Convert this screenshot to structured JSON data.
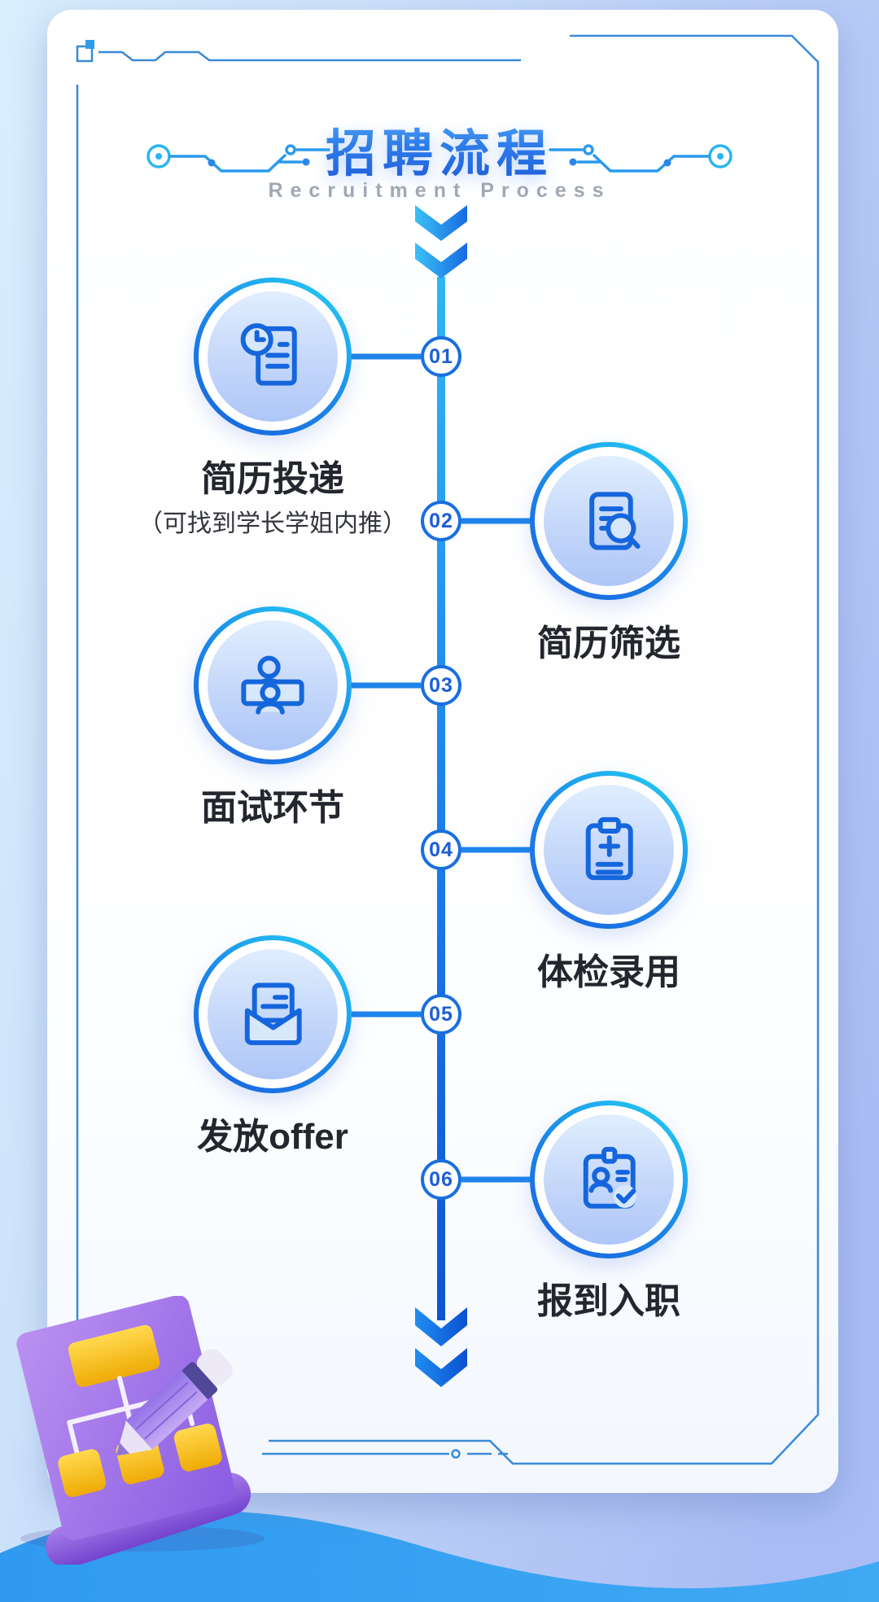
{
  "poster": {
    "title": "招聘流程",
    "subtitle": "Recruitment Process"
  },
  "steps": [
    {
      "number": "01",
      "label": "简历投递",
      "note": "（可找到学长学姐内推）",
      "side": "left",
      "icon": "resume-clock-icon"
    },
    {
      "number": "02",
      "label": "简历筛选",
      "note": "",
      "side": "right",
      "icon": "resume-search-icon"
    },
    {
      "number": "03",
      "label": "面试环节",
      "note": "",
      "side": "left",
      "icon": "interview-people-icon"
    },
    {
      "number": "04",
      "label": "体检录用",
      "note": "",
      "side": "right",
      "icon": "medical-clipboard-icon"
    },
    {
      "number": "05",
      "label": "发放offer",
      "note": "",
      "side": "left",
      "icon": "offer-envelope-icon"
    },
    {
      "number": "06",
      "label": "报到入职",
      "note": "",
      "side": "right",
      "icon": "badge-check-icon"
    }
  ],
  "colors": {
    "accent_blue": "#1a6fe0",
    "accent_cyan": "#24c7f2",
    "timeline_top": "#2eb6f3",
    "timeline_bottom": "#0d53d4",
    "icon_stroke": "#1566dd",
    "title_gradient_top": "#54a9f6",
    "title_gradient_bottom": "#1f5bd9",
    "subtitle_gray": "#a0a8b4",
    "label_dark": "#23262d",
    "wave_blue": "#339ff1",
    "illustration_purple": "#9a6fe8",
    "illustration_yellow": "#ffd34a",
    "background_light": "#d9eefd",
    "background_periwinkle": "#a9bdf4"
  }
}
